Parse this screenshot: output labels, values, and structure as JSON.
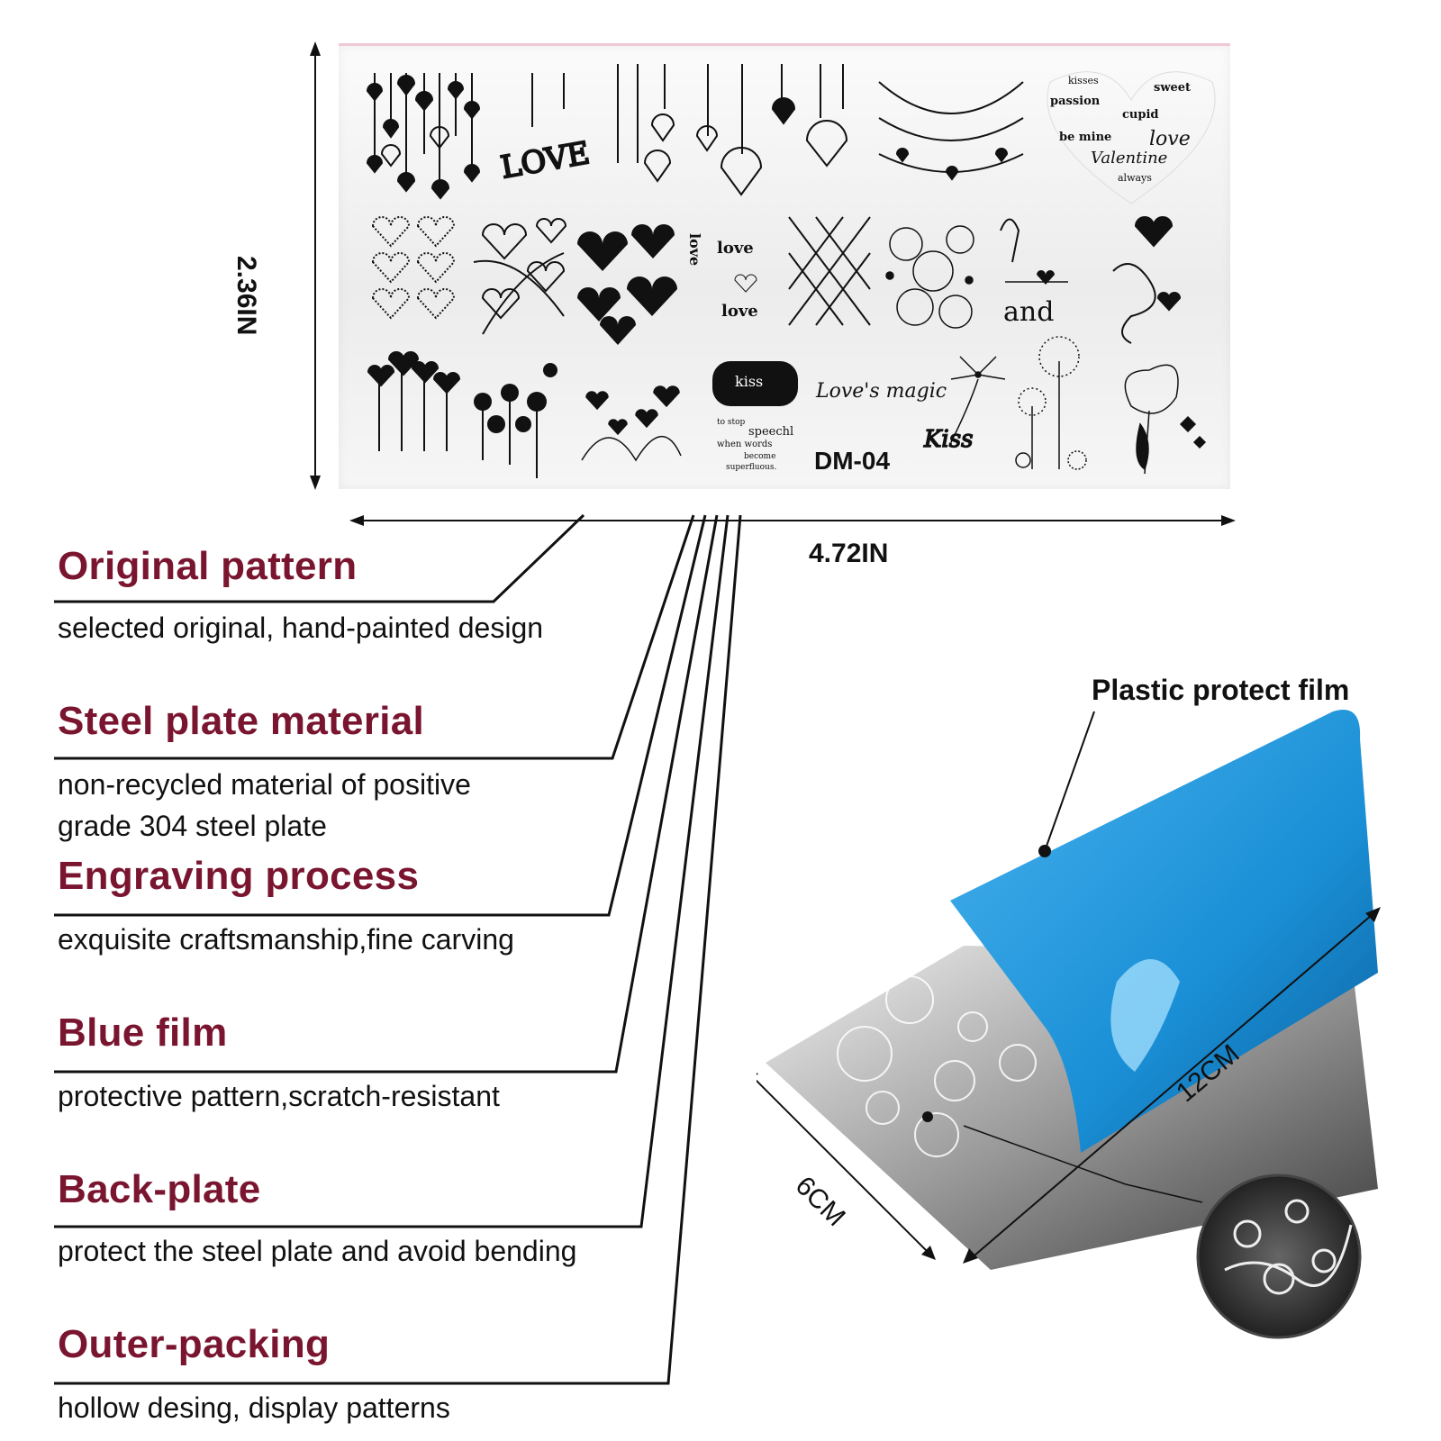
{
  "plate": {
    "code": "DM-04",
    "height_label": "2.36IN",
    "width_label": "4.72IN",
    "text_love_big": "LOVE",
    "text_and": "and",
    "text_kiss": "kiss",
    "text_kiss2": "Kiss",
    "text_magic": "Love's magic",
    "quote_lines": [
      "to stop",
      "speechl",
      "when words",
      "become",
      "superfluous."
    ],
    "heart_words": [
      "kisses",
      "sweet",
      "passion",
      "cupid",
      "be mine",
      "love",
      "Valentine",
      "always"
    ],
    "love_tile_words": [
      "love",
      "love",
      "love"
    ]
  },
  "features": [
    {
      "title": "Original pattern",
      "desc": [
        "selected original, hand-painted design"
      ]
    },
    {
      "title": "Steel plate material",
      "desc": [
        "non-recycled material of positive",
        "grade 304 steel plate"
      ]
    },
    {
      "title": "Engraving process",
      "desc": [
        "exquisite craftsmanship,fine carving"
      ]
    },
    {
      "title": "Blue film",
      "desc": [
        "protective pattern,scratch-resistant"
      ]
    },
    {
      "title": "Back-plate",
      "desc": [
        "protect the steel plate and avoid bending"
      ]
    },
    {
      "title": "Outer-packing",
      "desc": [
        "hollow desing, display patterns"
      ]
    }
  ],
  "photo": {
    "film_label": "Plastic protect film",
    "length_label": "12CM",
    "width_label": "6CM"
  },
  "colors": {
    "title": "#7a1530",
    "film": "#1a8fd6"
  }
}
